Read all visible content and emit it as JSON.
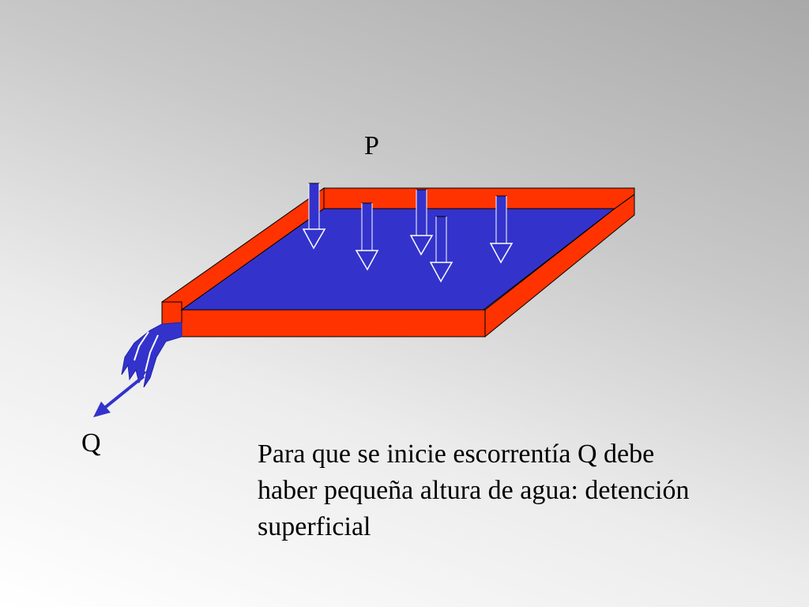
{
  "labels": {
    "precipitation": "P",
    "runoff": "Q"
  },
  "caption": {
    "line1": "Para que se inicie escorrentía Q debe",
    "line2": "haber pequeña altura de agua: detención",
    "line3": "superficial"
  },
  "colors": {
    "rim": "#ff3300",
    "water": "#3333cc",
    "arrow_fill": "#3333cc",
    "runoff_flow": "#3333cc"
  },
  "icons": {
    "rain_arrow": "down-arrow-icon",
    "runoff_arrow": "diagonal-arrow-icon"
  }
}
